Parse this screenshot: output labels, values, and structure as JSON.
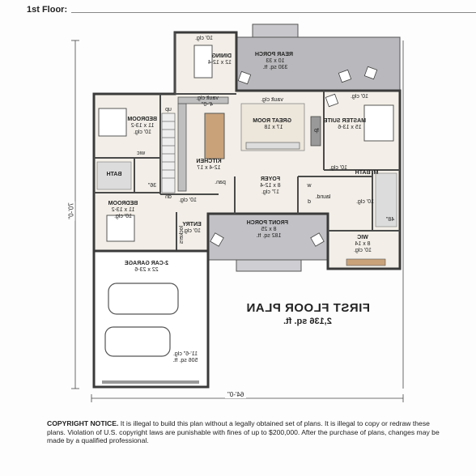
{
  "header": {
    "floor_label": "1st Floor:"
  },
  "plan": {
    "title": "FIRST FLOOR PLAN",
    "area": "2,136 sq. ft.",
    "overall_width": "64'-0\"",
    "overall_depth": "70'-0\""
  },
  "rooms": {
    "rear_porch": {
      "name": "REAR PORCH",
      "size": "10 x 33",
      "note": "330 sq. ft."
    },
    "dining": {
      "ceiling": "10' clg.",
      "name": "DINING",
      "size": "12 x 12-4"
    },
    "bedroom1": {
      "name": "BEDROOM",
      "size": "11 x 13-2",
      "ceiling": "10' clg."
    },
    "kitchen": {
      "ceiling": "vault clg.",
      "ceiling2": "4'-0\"",
      "name": "KITCHEN",
      "size": "12-4 x 17"
    },
    "great_room": {
      "ceiling": "vault clg.",
      "name": "GREAT ROOM",
      "size": "17 x 18"
    },
    "master_suite": {
      "ceiling": "10' clg.",
      "name": "MASTER SUITE",
      "size": "15 x 13-6"
    },
    "bath1": {
      "name": "BATH"
    },
    "wic1": {
      "name": "wic"
    },
    "pantry": {
      "name": "pan."
    },
    "foyer": {
      "name": "FOYER",
      "size": "8 x 12-4",
      "ceiling": "17' clg."
    },
    "laundry": {
      "name": "laund."
    },
    "m_bath": {
      "name": "M. BATH",
      "ceiling": "10' clg."
    },
    "bedroom2": {
      "name": "BEDROOM",
      "size": "11 x 13-2",
      "ceiling": "10' clg."
    },
    "entry": {
      "name": "ENTRY",
      "ceiling": "10' clg."
    },
    "front_porch": {
      "name": "FRONT PORCH",
      "size": "8 x 25",
      "note": "182 sq. ft."
    },
    "wic2": {
      "name": "WIC",
      "size": "8 x 14",
      "ceiling": "10' clg."
    },
    "garage": {
      "name": "2-CAR GARAGE",
      "size": "22 x 23-6",
      "ceiling": "11'-6\" clg.",
      "note": "506 sq. ft."
    }
  },
  "labels": {
    "up": "up",
    "dn": "dn",
    "ceiling_10": "10' clg.",
    "lockers": "lockers",
    "fp": "fp",
    "w": "w",
    "d": "d",
    "dim_36": "36\"",
    "dim_48": "48\""
  },
  "copyright": {
    "heading": "COPYRIGHT NOTICE.",
    "text": "It is illegal to build this plan without a legally obtained set of plans. It is illegal to copy or redraw these plans. Violation of U.S. copyright laws are punishable with fines of up to $200,000. After the purchase of plans, changes may be made by a qualified professional."
  },
  "colors": {
    "porch": "#b9b9bd",
    "wall": "#4a4a4a",
    "wood": "#c9a27a",
    "floor": "#f3efe8",
    "tile": "#dcdcdc"
  }
}
